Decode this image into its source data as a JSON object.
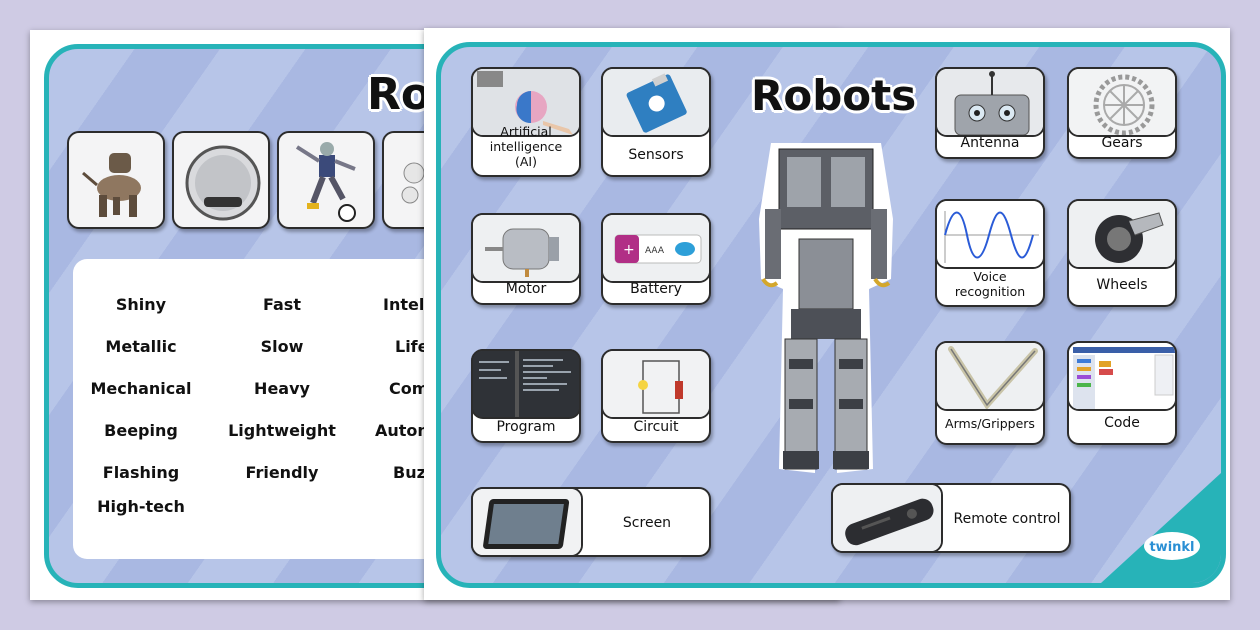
{
  "back_sheet": {
    "title": "Ro",
    "words": [
      [
        "Shiny",
        "Fast",
        "Intell"
      ],
      [
        "Metallic",
        "Slow",
        "Life"
      ],
      [
        "Mechanical",
        "Heavy",
        "Com"
      ],
      [
        "Beeping",
        "Lightweight",
        "Auton"
      ],
      [
        "Flashing",
        "Friendly",
        "Buz"
      ],
      [
        "High-tech"
      ]
    ]
  },
  "front_sheet": {
    "title": "Robots",
    "cards": {
      "ai": "Artificial intelligence (AI)",
      "sensors": "Sensors",
      "motor": "Motor",
      "battery": "Battery",
      "battery_text": "AAA",
      "program": "Program",
      "circuit": "Circuit",
      "screen": "Screen",
      "antenna": "Antenna",
      "gears": "Gears",
      "voice": "Voice recognition",
      "wheels": "Wheels",
      "arms": "Arms/Grippers",
      "code": "Code",
      "remote": "Remote control"
    },
    "brand": "twinkl"
  },
  "colors": {
    "background": "#cfcbe4",
    "frame": "#27b3b8",
    "panel": "#b7c5e8"
  }
}
